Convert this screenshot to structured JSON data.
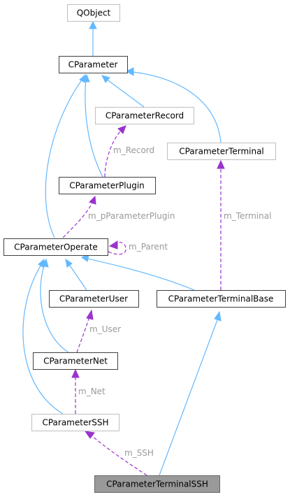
{
  "diagram": {
    "nodes": [
      {
        "id": "qobject",
        "label": "QObject"
      },
      {
        "id": "cparameter",
        "label": "CParameter"
      },
      {
        "id": "cparameterrecord",
        "label": "CParameterRecord"
      },
      {
        "id": "cparameterterminal",
        "label": "CParameterTerminal"
      },
      {
        "id": "cparameterplugin",
        "label": "CParameterPlugin"
      },
      {
        "id": "cparameteroperate",
        "label": "CParameterOperate"
      },
      {
        "id": "cparameteruser",
        "label": "CParameterUser"
      },
      {
        "id": "cparameterterminalbase",
        "label": "CParameterTerminalBase"
      },
      {
        "id": "cparameternet",
        "label": "CParameterNet"
      },
      {
        "id": "cparameterssh",
        "label": "CParameterSSH"
      },
      {
        "id": "cparameterterminalssh",
        "label": "CParameterTerminalSSH"
      }
    ],
    "member_labels": {
      "m_record": "m_Record",
      "m_pparameterplugin": "m_pParameterPlugin",
      "m_parent": "m_Parent",
      "m_terminal": "m_Terminal",
      "m_user": "m_User",
      "m_net": "m_Net",
      "m_ssh": "m_SSH"
    },
    "colors": {
      "inheritance": "#63b8ff",
      "membership": "#9a32cd",
      "focus_node": "#999999"
    }
  }
}
